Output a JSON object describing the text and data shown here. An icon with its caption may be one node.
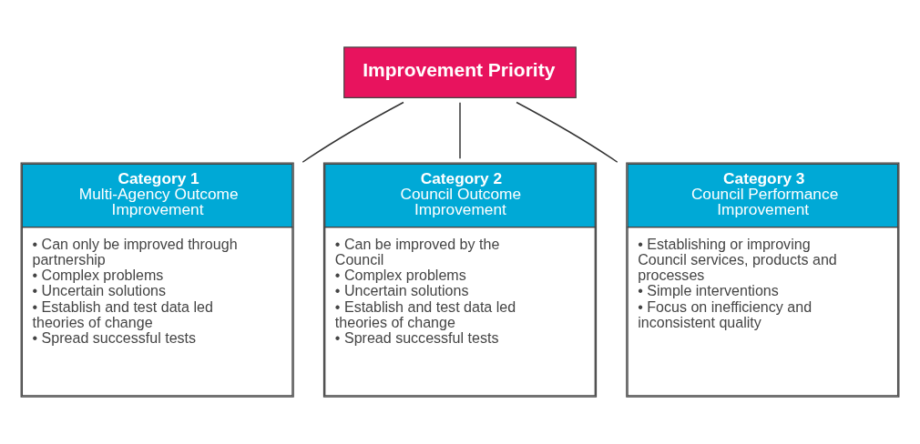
{
  "diagram": {
    "nodes": [
      {
        "text": [
          "Improvement Priority"
        ]
      },
      {
        "text": [
          "Category 1",
          "Multi-Agency Outcome Improvement",
          "• Can only be improved through partnership",
          "• Complex problems",
          "• Uncertain solutions",
          "• Establish and test data led theories of change",
          "• Spread successful tests"
        ]
      },
      {
        "text": [
          "Category 2",
          "Council Outcome Improvement",
          "• Can be improved by the Council",
          "• Complex problems",
          "• Uncertain solutions",
          "• Establish and test data led theories of change",
          "• Spread successful tests"
        ]
      },
      {
        "text": [
          "Category 3",
          "Council Performance Improvement",
          "• Establishing or improving Council services, products and processes",
          "• Simple interventions",
          "• Focus on inefficiency and inconsistent quality"
        ]
      }
    ],
    "edges": [
      {
        "from": 0,
        "to": 1,
        "arrow": "none"
      },
      {
        "from": 0,
        "to": 2,
        "arrow": "none"
      },
      {
        "from": 0,
        "to": 3,
        "arrow": "none"
      }
    ]
  }
}
